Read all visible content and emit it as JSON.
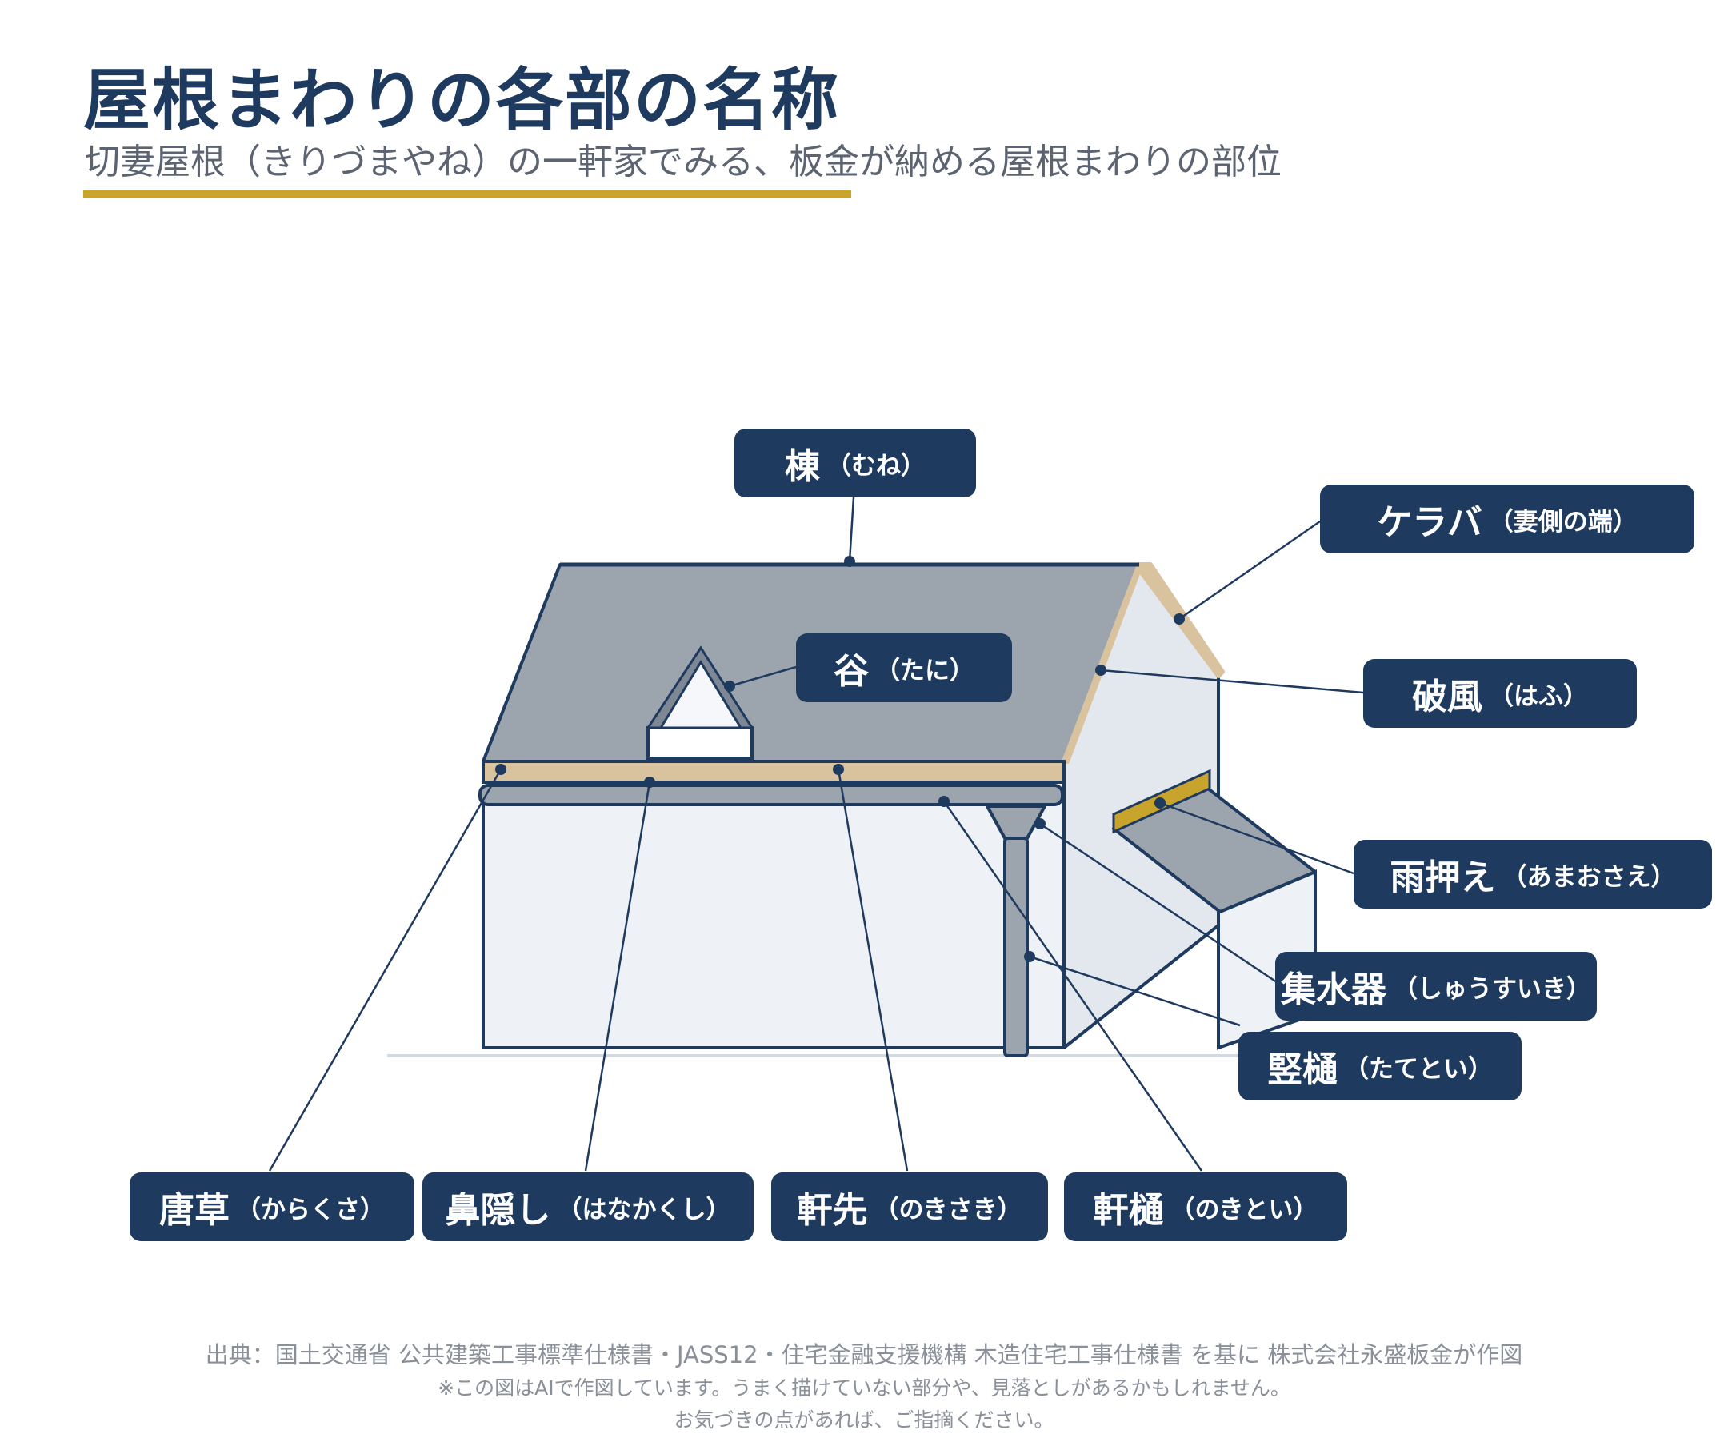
{
  "header": {
    "title": "屋根まわりの各部の名称",
    "subtitle": "切妻屋根（きりづまやね）の一軒家でみる、板金が納める屋根まわりの部位"
  },
  "colors": {
    "navy": "#1f3a5f",
    "gold": "#c9a42c",
    "roof": "#9ca4ae",
    "wall": "#eef1f6",
    "wall_side": "#e3e7ee",
    "trim": "#d9c29e"
  },
  "labels": {
    "mune": {
      "main": "棟",
      "kana": "（むね）"
    },
    "kera": {
      "main": "ケラバ",
      "kana": "（妻側の端）"
    },
    "tani": {
      "main": "谷",
      "kana": "（たに）"
    },
    "hafu": {
      "main": "破風",
      "kana": "（はふ）"
    },
    "amaosae": {
      "main": "雨押え",
      "kana": "（あまおさえ）"
    },
    "shusuiki": {
      "main": "集水器",
      "kana": "（しゅうすいき）"
    },
    "tatedoi": {
      "main": "竪樋",
      "kana": "（たてとい）"
    },
    "karakusa": {
      "main": "唐草",
      "kana": "（からくさ）"
    },
    "hanakakushi": {
      "main": "鼻隠し",
      "kana": "（はなかくし）"
    },
    "nokisaki": {
      "main": "軒先",
      "kana": "（のきさき）"
    },
    "nokidoi": {
      "main": "軒樋",
      "kana": "（のきとい）"
    }
  },
  "footer": {
    "source": "出典：国土交通省 公共建築工事標準仕様書・JASS12・住宅金融支援機構 木造住宅工事仕様書 を基に 株式会社永盛板金が作図",
    "note1": "※この図はAIで作図しています。うまく描けていない部分や、見落としがあるかもしれません。",
    "note2": "お気づきの点があれば、ご指摘ください。"
  }
}
